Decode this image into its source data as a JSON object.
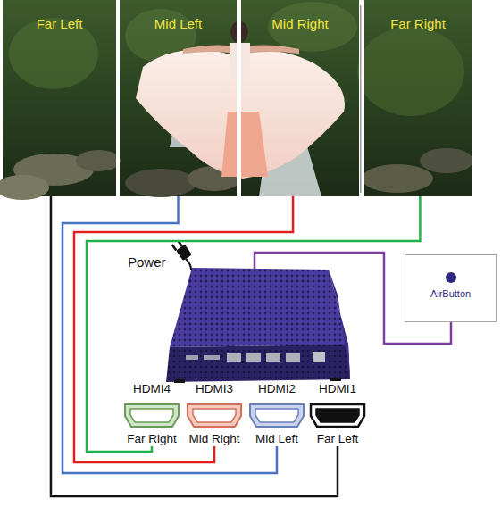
{
  "diagram": {
    "nodes": [
      {
        "text": [
          "Far Left"
        ]
      },
      {
        "text": [
          "Mid Left"
        ]
      },
      {
        "text": [
          "Mid Right"
        ]
      },
      {
        "text": [
          "Far Right"
        ]
      },
      {
        "text": [
          "AirButton"
        ]
      },
      {
        "text": [
          "HDMI4",
          "Far Right"
        ]
      },
      {
        "text": [
          "HDMI3",
          "Mid Right"
        ]
      },
      {
        "text": [
          "HDMI2",
          "Mid Left"
        ]
      },
      {
        "text": [
          "HDMI1",
          "Far Left"
        ]
      }
    ],
    "edges": [
      {
        "from": 0,
        "to": 8,
        "arrow": "none"
      },
      {
        "from": 1,
        "to": 7,
        "arrow": "none"
      },
      {
        "from": 2,
        "to": 6,
        "arrow": "none"
      },
      {
        "from": 3,
        "to": 5,
        "arrow": "none"
      }
    ],
    "labels": [
      "Power"
    ]
  }
}
